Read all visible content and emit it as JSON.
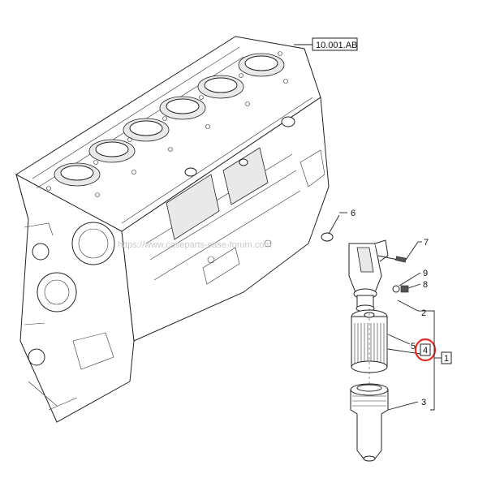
{
  "diagram": {
    "ref_box_label": "10.001.AB",
    "watermark": "https://www.caseparts-case-forum.com",
    "callouts": {
      "c1": "1",
      "c2": "2",
      "c3": "3",
      "c4": "4",
      "c5": "5",
      "c6": "6",
      "c7": "7",
      "c8": "8",
      "c9": "9"
    },
    "highlight_color": "#e0302a",
    "line_color": "#222222"
  }
}
